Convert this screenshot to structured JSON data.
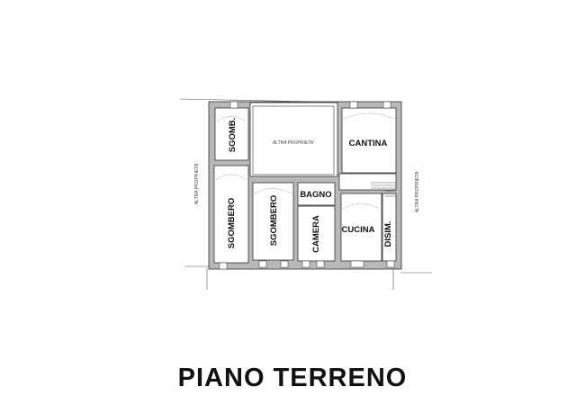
{
  "title": "PIANO TERRENO",
  "plan": {
    "rooms": {
      "sgomb_small": "SGOMB.",
      "altra_proprieta_center": "ALTRA PROPRIETA'",
      "cantina": "CANTINA",
      "sgombero_left": "SGOMBERO",
      "sgombero_mid": "SGOMBERO",
      "bagno": "BAGNO",
      "camera": "CAMERA",
      "cucina": "CUCINA",
      "disim": "DISIM."
    },
    "neighbors": {
      "left": "ALTRA PROPRIETA'",
      "right": "ALTRA PROPRIETA'"
    }
  }
}
